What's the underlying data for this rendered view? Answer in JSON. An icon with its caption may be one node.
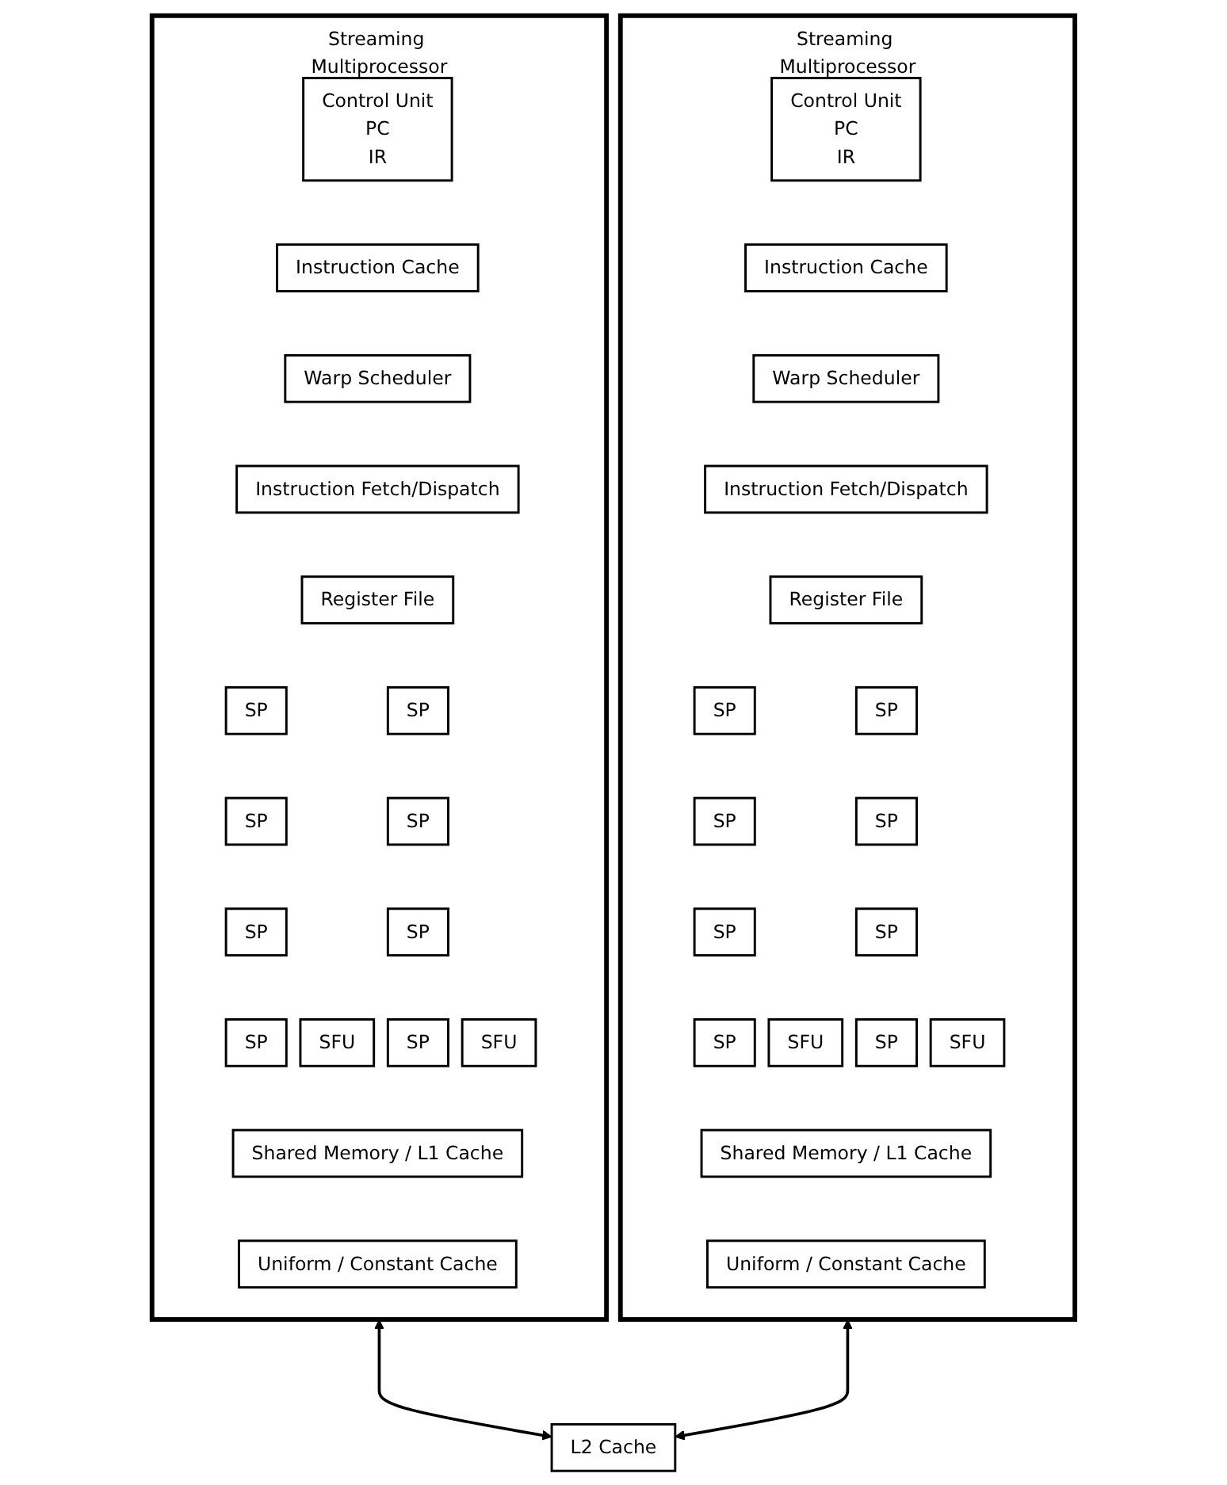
{
  "diagram": {
    "nodes": [
      {
        "text": [
          "Streaming Multiprocessor"
        ]
      },
      {
        "text": [
          "Control Unit",
          "PC",
          "IR"
        ],
        "in": 0
      },
      {
        "text": [
          "Instruction Cache"
        ],
        "in": 0
      },
      {
        "text": [
          "Warp Scheduler"
        ],
        "in": 0
      },
      {
        "text": [
          "Instruction Fetch/Dispatch"
        ],
        "in": 0
      },
      {
        "text": [
          "Register File"
        ],
        "in": 0
      },
      {
        "text": [
          "SP"
        ],
        "in": 0
      },
      {
        "text": [
          "SP"
        ],
        "in": 0
      },
      {
        "text": [
          "SP"
        ],
        "in": 0
      },
      {
        "text": [
          "SP"
        ],
        "in": 0
      },
      {
        "text": [
          "SFU"
        ],
        "in": 0
      },
      {
        "text": [
          "SP"
        ],
        "in": 0
      },
      {
        "text": [
          "SP"
        ],
        "in": 0
      },
      {
        "text": [
          "SP"
        ],
        "in": 0
      },
      {
        "text": [
          "SP"
        ],
        "in": 0
      },
      {
        "text": [
          "SFU"
        ],
        "in": 0
      },
      {
        "text": [
          "Shared Memory / L1 Cache"
        ],
        "in": 0
      },
      {
        "text": [
          "Uniform / Constant Cache"
        ],
        "in": 0
      },
      {
        "text": [
          "Streaming Multiprocessor"
        ]
      },
      {
        "text": [
          "Control Unit",
          "PC",
          "IR"
        ],
        "in": 18
      },
      {
        "text": [
          "Instruction Cache"
        ],
        "in": 18
      },
      {
        "text": [
          "Warp Scheduler"
        ],
        "in": 18
      },
      {
        "text": [
          "Instruction Fetch/Dispatch"
        ],
        "in": 18
      },
      {
        "text": [
          "Register File"
        ],
        "in": 18
      },
      {
        "text": [
          "SP"
        ],
        "in": 18
      },
      {
        "text": [
          "SP"
        ],
        "in": 18
      },
      {
        "text": [
          "SP"
        ],
        "in": 18
      },
      {
        "text": [
          "SP"
        ],
        "in": 18
      },
      {
        "text": [
          "SFU"
        ],
        "in": 18
      },
      {
        "text": [
          "SP"
        ],
        "in": 18
      },
      {
        "text": [
          "SP"
        ],
        "in": 18
      },
      {
        "text": [
          "SP"
        ],
        "in": 18
      },
      {
        "text": [
          "SP"
        ],
        "in": 18
      },
      {
        "text": [
          "SFU"
        ],
        "in": 18
      },
      {
        "text": [
          "Shared Memory / L1 Cache"
        ],
        "in": 18
      },
      {
        "text": [
          "Uniform / Constant Cache"
        ],
        "in": 18
      },
      {
        "text": [
          "L2 Cache"
        ]
      }
    ],
    "edges": [
      {
        "from": 0,
        "to": 36,
        "arrow": "both"
      },
      {
        "from": 18,
        "to": 36,
        "arrow": "both"
      }
    ]
  }
}
